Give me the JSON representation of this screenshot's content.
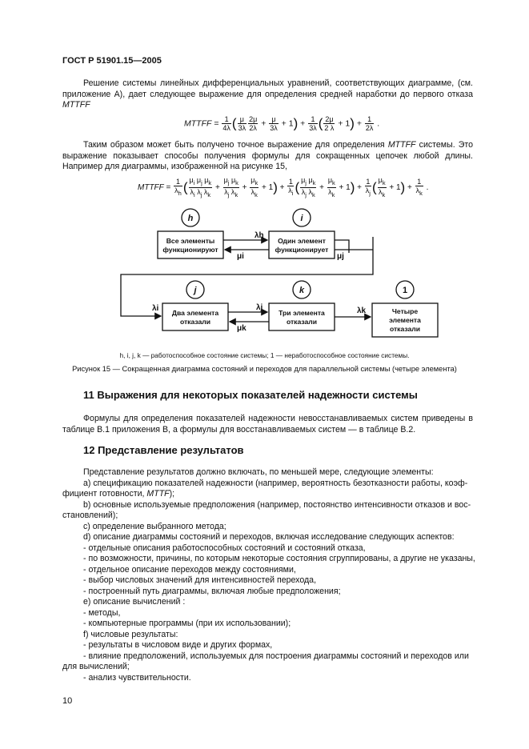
{
  "header": "ГОСТ Р 51901.15—2005",
  "para1": "Решение системы линейных дифференциальных уравнений, соответствующих диаграмме, (см. приложение А), дает следующее выражение для определения средней наработки до первого отказа MTTFF",
  "formula1": {
    "lhs": "MTTFF",
    "text": "MTTFF = 1/4λ (μ/3λ 2μ/2λ + μ/3λ + 1) + 1/3λ (2μ/2λ + 1) + 1/2λ ."
  },
  "para2": "Таким образом может быть получено точное выражение для определения MTTFF системы. Это выражение показывает способы получения формулы для сокращенных цепочек любой длины. Например для диаграммы, изображенной на рисунке 15,",
  "formula2": {
    "lhs": "MTTFF",
    "text": "MTTFF = 1/λh (μi μj μk/λi λj λk + μj μk/λj λk + μk/λk + 1) + 1/λi (μj μk/λj λk + μk/λk + 1) + 1/λj (μk/λk + 1) + 1/λk ."
  },
  "diagram": {
    "states": [
      {
        "id": "h",
        "label": [
          "Все элементы",
          "функционируют"
        ]
      },
      {
        "id": "i",
        "label": [
          "Один элемент",
          "функционирует"
        ]
      },
      {
        "id": "j",
        "label": [
          "Два элемента",
          "отказали"
        ]
      },
      {
        "id": "k",
        "label": [
          "Три элемента",
          "отказали"
        ]
      },
      {
        "id": "1",
        "label": [
          "Четыре",
          "элемента",
          "отказали"
        ]
      }
    ],
    "rates": {
      "lh": "λh",
      "mi": "μi",
      "li": "λi",
      "mj": "μj",
      "lj": "λj",
      "mk": "μk",
      "lk": "λk"
    }
  },
  "caption_small": "h, i, j, k — работоспособное состояние системы; 1 — неработоспособное состояние системы.",
  "caption": "Рисунок 15 — Сокращенная диаграмма состояний и переходов для параллельной системы (четыре элемента)",
  "section11_title": "11 Выражения для некоторых показателей надежности системы",
  "section11_text": "Формулы для определения показателей надежности невосстанавливаемых систем приведены в таблице В.1 приложения В, а формулы для восстанавливаемых систем — в таблице В.2.",
  "section12_title": "12 Представление результатов",
  "section12_intro": "Представление результатов должно включать, по меньшей мере, следующие элементы:",
  "section12_items": [
    "а) спецификацию показателей надежности (например, вероятность безотказности работы, коэф-",
    "фициент готовности, MTTF);",
    "b) основные используемые предположения (например, постоянство интенсивности отказов и вос-",
    "становлений);",
    "c) определение выбранного метода;",
    "d) описание диаграммы состояний и переходов, включая исследование следующих аспектов:",
    "- отдельные описания работоспособных состояний и состояний отказа,",
    "- по возможности, причины, по которым некоторые состояния сгруппированы, а другие не указаны,",
    "- отдельное описание переходов между состояниями,",
    "- выбор числовых значений для интенсивностей перехода,",
    "- построенный путь диаграммы, включая любые предположения;",
    "e) описание вычислений :",
    "- методы,",
    "- компьютерные программы (при их использовании);",
    "f) числовые результаты:",
    "- результаты в числовом виде и других формах,",
    "- влияние предположений, используемых для построения диаграммы состояний и переходов или",
    "для вычислений;",
    "- анализ чувствительности."
  ],
  "page_number": "10"
}
